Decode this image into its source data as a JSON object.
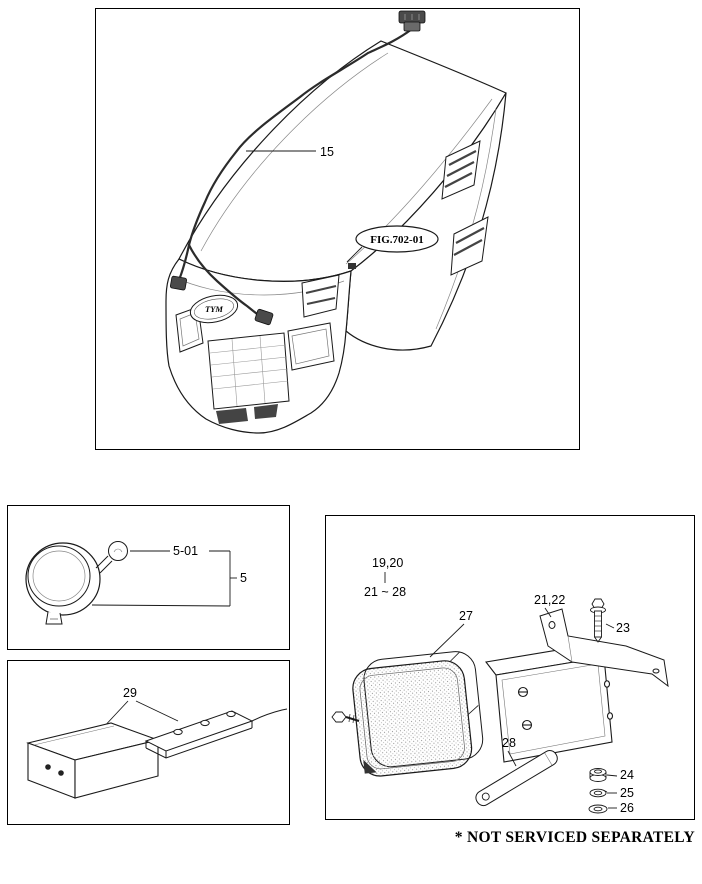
{
  "fig": {
    "ref": "FIG.702-01",
    "logo": "TYM"
  },
  "callouts": {
    "c15": "15",
    "c5_01": "5-01",
    "c5": "5",
    "c29": "29",
    "c19_20": "19,20",
    "c21_28": "21 ~ 28",
    "c27": "27",
    "c21_22": "21,22",
    "c23": "23",
    "c28": "28",
    "c24": "24",
    "c25": "25",
    "c26": "26"
  },
  "footnote": "* NOT SERVICED SEPARATELY"
}
